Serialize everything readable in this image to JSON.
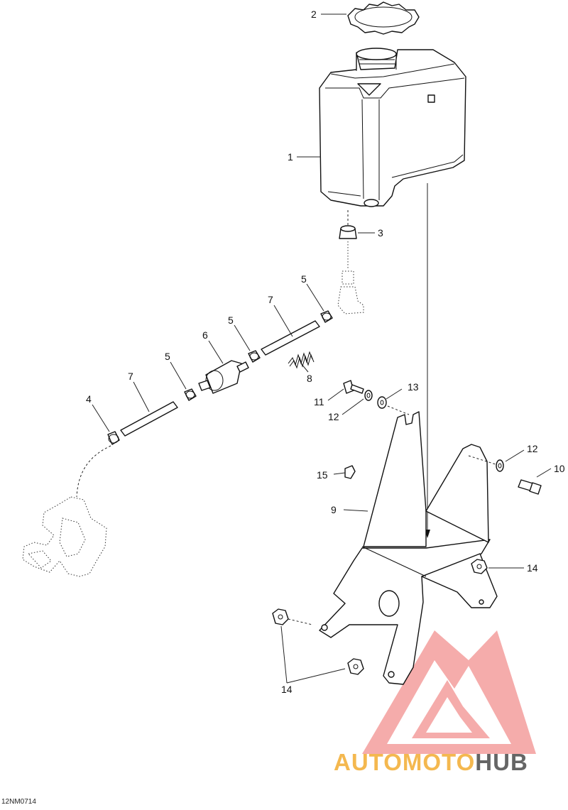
{
  "diagram": {
    "drawing_code": "12NM0714",
    "callouts": {
      "c1": "1",
      "c2": "2",
      "c3": "3",
      "c4": "4",
      "c5a": "5",
      "c5b": "5",
      "c5c": "5",
      "c6": "6",
      "c7a": "7",
      "c7b": "7",
      "c8": "8",
      "c9": "9",
      "c10": "10",
      "c11": "11",
      "c12a": "12",
      "c12b": "12",
      "c13": "13",
      "c14a": "14",
      "c14b": "14",
      "c15": "15"
    }
  },
  "watermark": {
    "brand_part1": "AUTOMOTO",
    "brand_part2": "HUB",
    "color_primary": "#f08080",
    "color_secondary": "#f3b13c",
    "color_dark": "#555555"
  }
}
